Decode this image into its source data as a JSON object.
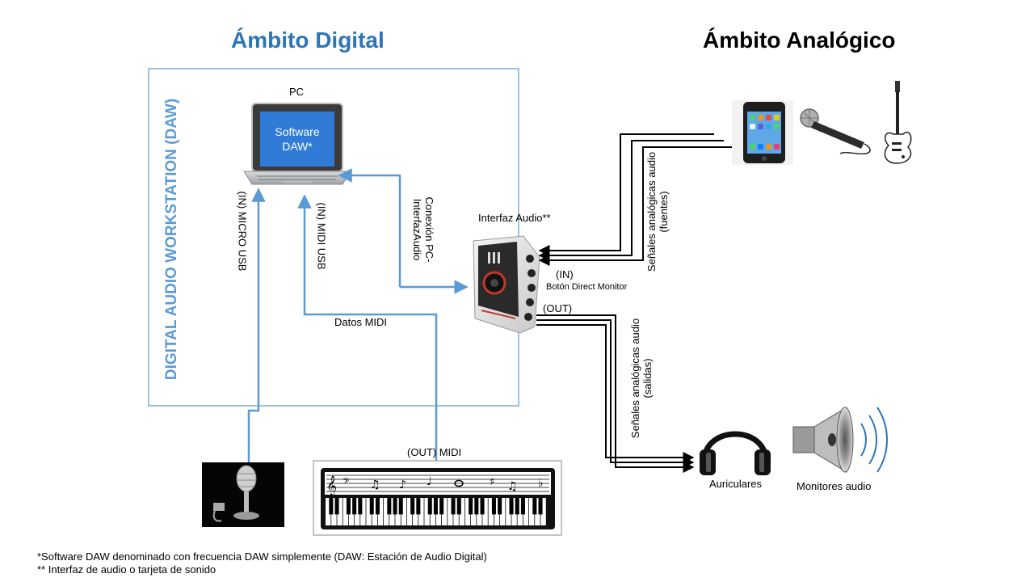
{
  "titles": {
    "digital": "Ámbito Digital",
    "analog": "Ámbito Analógico",
    "daw_vertical": "DIGITAL AUDIO WORKSTATION (DAW)"
  },
  "pc": {
    "label": "PC",
    "screen_text": "Software DAW*"
  },
  "connections": {
    "micro_usb": "(IN) MICRO USB",
    "midi_usb": "(IN) MIDI USB",
    "pc_interface": "Conexión PC-\nInterfazAudio",
    "midi_data": "Datos MIDI",
    "midi_out": "(OUT) MIDI"
  },
  "interface": {
    "label": "Interfaz Audio**",
    "in_label": "(IN)",
    "direct_monitor": "Botón Direct Monitor",
    "out_label": "(OUT)"
  },
  "analog": {
    "sources_label": "Señales analógicas audio\n(fuentes)",
    "outputs_label": "Señales analógicas audio\n(salidas)",
    "headphones": "Auriculares",
    "monitors": "Monitores audio"
  },
  "footnotes": {
    "note1": "*Software DAW denominado con frecuencia DAW simplemente (DAW: Estación de Audio Digital)",
    "note2": "** Interfaz de audio o tarjeta de sonido"
  },
  "colors": {
    "digital_blue": "#2e75b6",
    "box_blue": "#5b9bd5",
    "screen_blue": "#2f7bd6",
    "line_blue": "#5b9bd5"
  },
  "icons": {
    "pc": "laptop-icon",
    "interface": "audio-interface-icon",
    "phone": "smartphone-icon",
    "mic": "microphone-icon",
    "guitar": "electric-guitar-icon",
    "usb_mic": "usb-microphone-icon",
    "keyboard": "midi-keyboard-icon",
    "headphones": "headphones-icon",
    "speaker": "speaker-icon"
  }
}
